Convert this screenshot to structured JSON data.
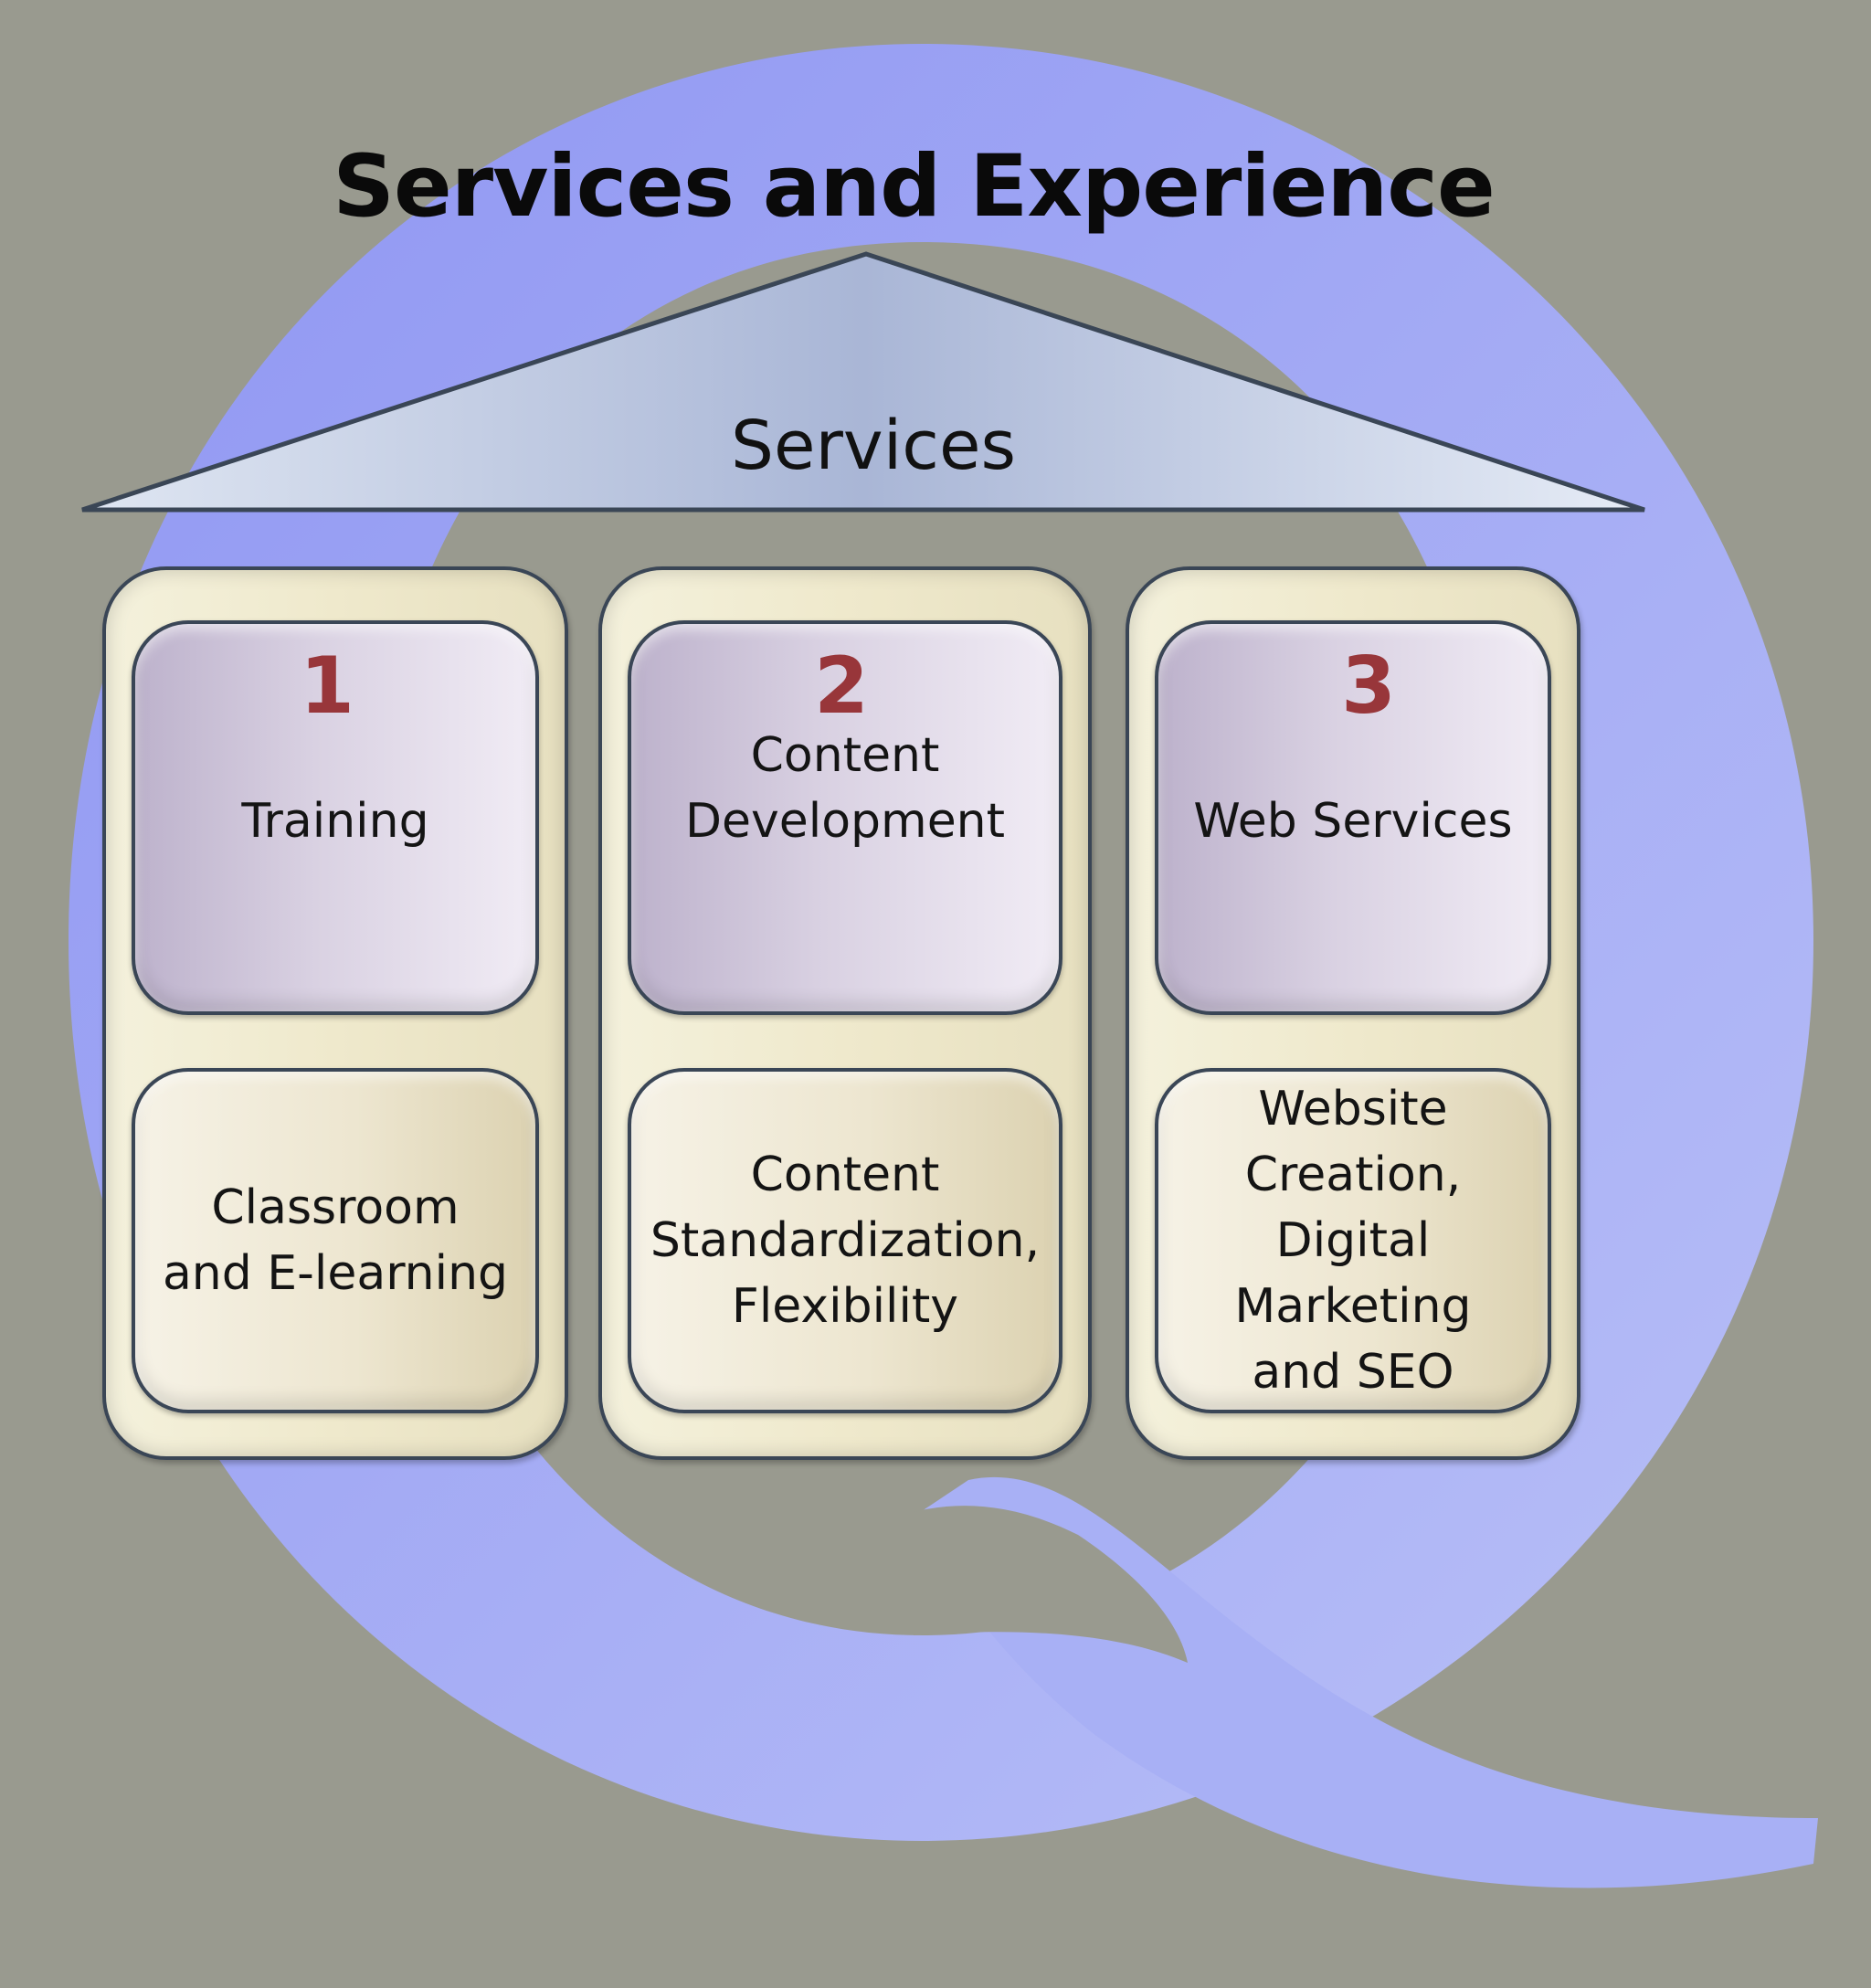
{
  "title": "Services and Experience",
  "roof_label": "Services",
  "colors": {
    "background": "#999a8f",
    "logo_q": "#9aa0f5",
    "number": "#98363a",
    "top_box": "#d9d1e2",
    "bottom_box": "#ede6d0",
    "pillar": "#efe9cc"
  },
  "logo_icon": "q-letter-logo",
  "pillars": [
    {
      "number": "1",
      "name_lines": [
        "Training"
      ],
      "detail_lines": [
        "Classroom",
        "and E-learning"
      ]
    },
    {
      "number": "2",
      "name_lines": [
        "Content",
        "Development"
      ],
      "detail_lines": [
        "Content",
        "Standardization,",
        "Flexibility"
      ]
    },
    {
      "number": "3",
      "name_lines": [
        "Web Services"
      ],
      "detail_lines": [
        "Website",
        "Creation,",
        "Digital",
        "Marketing",
        "and SEO"
      ]
    }
  ]
}
